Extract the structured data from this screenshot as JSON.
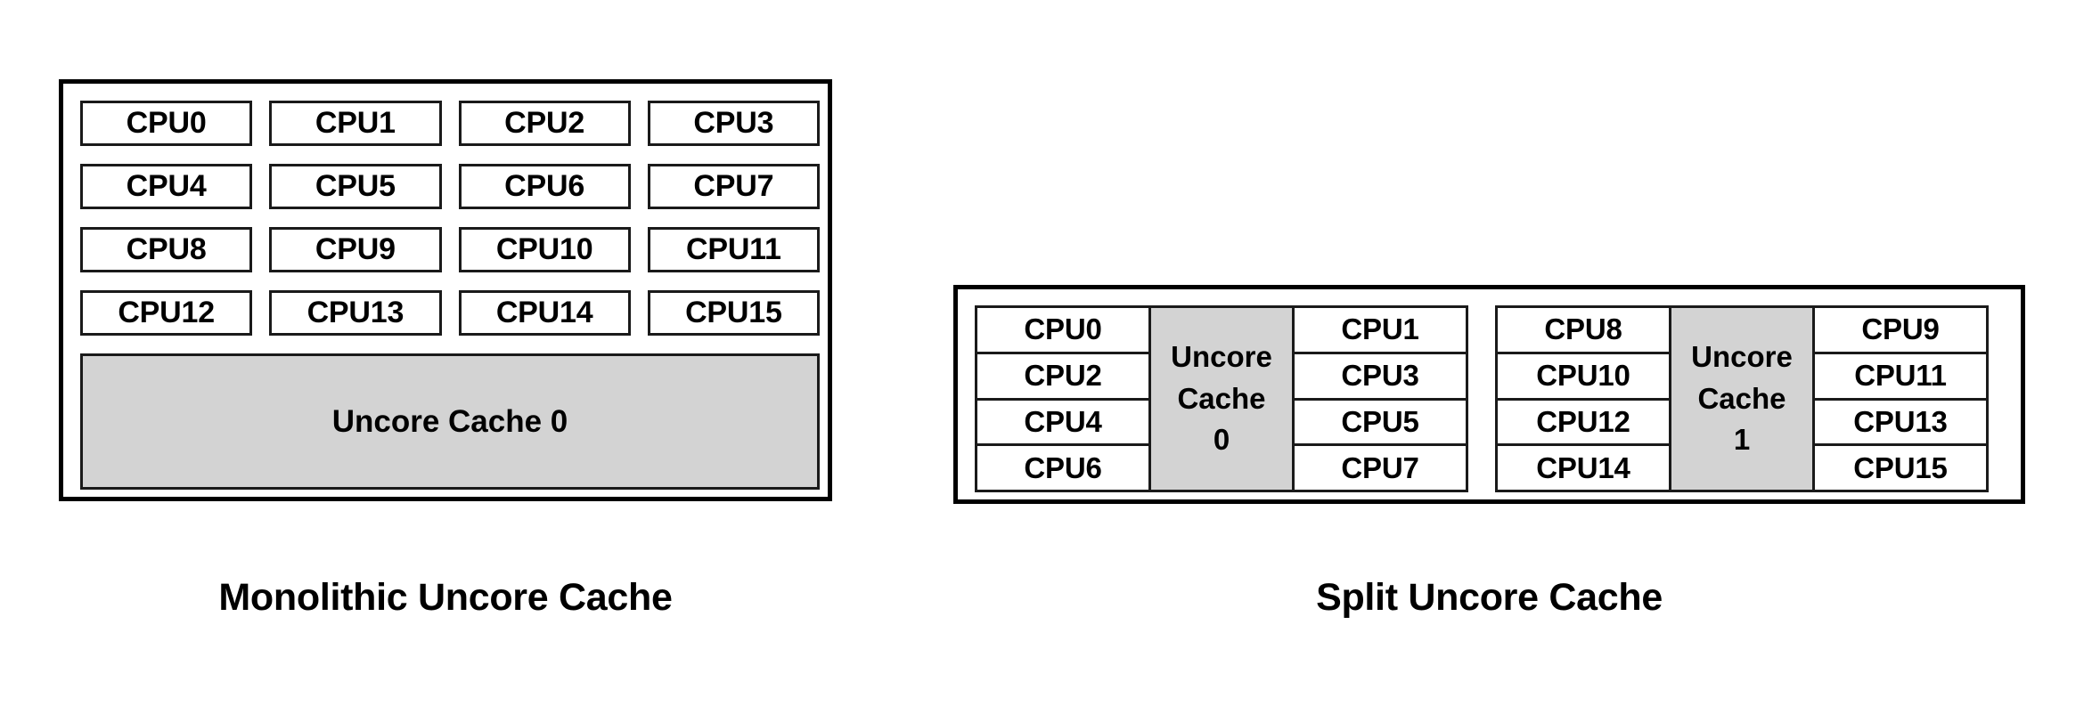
{
  "diagram": {
    "title_semantic": "uncore-cache-topology-comparison",
    "background_color": "#ffffff",
    "cache_fill_color": "#d3d3d3",
    "border_color": "#000000",
    "panels": [
      {
        "id": "monolithic",
        "caption": "Monolithic Uncore Cache",
        "cpu_labels": [
          "CPU0",
          "CPU1",
          "CPU2",
          "CPU3",
          "CPU4",
          "CPU5",
          "CPU6",
          "CPU7",
          "CPU8",
          "CPU9",
          "CPU10",
          "CPU11",
          "CPU12",
          "CPU13",
          "CPU14",
          "CPU15"
        ],
        "cache_label": "Uncore Cache 0"
      },
      {
        "id": "split",
        "caption": "Split Uncore Cache",
        "halves": [
          {
            "id": "half-0",
            "left_column": [
              "CPU0",
              "CPU2",
              "CPU4",
              "CPU6"
            ],
            "cache_line1": "Uncore",
            "cache_line2": "Cache",
            "cache_line3": "0",
            "right_column": [
              "CPU1",
              "CPU3",
              "CPU5",
              "CPU7"
            ]
          },
          {
            "id": "half-1",
            "left_column": [
              "CPU8",
              "CPU10",
              "CPU12",
              "CPU14"
            ],
            "cache_line1": "Uncore",
            "cache_line2": "Cache",
            "cache_line3": "1",
            "right_column": [
              "CPU9",
              "CPU11",
              "CPU13",
              "CPU15"
            ]
          }
        ]
      }
    ]
  }
}
